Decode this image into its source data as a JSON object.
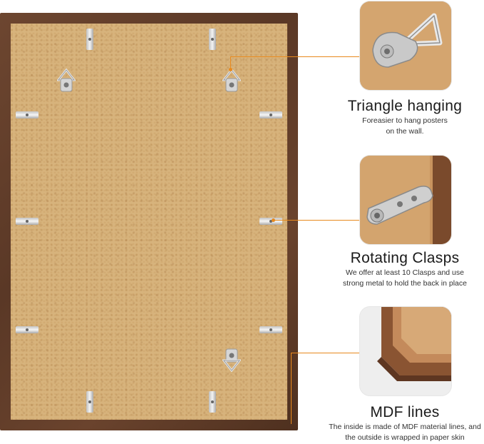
{
  "features": [
    {
      "title": "Triangle hanging",
      "desc_lines": [
        "Foreasier to hang posters",
        "on the wall."
      ]
    },
    {
      "title": "Rotating Clasps",
      "desc_lines": [
        "We offer at least 10 Clasps and use",
        "strong metal to hold the back in place"
      ]
    },
    {
      "title": "MDF lines",
      "desc_lines": [
        "The inside is made of MDF material lines, and",
        "the outside is wrapped in paper skin"
      ]
    }
  ],
  "colors": {
    "accent": "#e88a1e",
    "frame_wood": "#5a3826",
    "backboard": "#d7b37c",
    "metal": "#cfcfcf"
  },
  "icons": [
    "triangle-hanger-icon",
    "rotating-clasp-icon",
    "mdf-corner-icon"
  ]
}
